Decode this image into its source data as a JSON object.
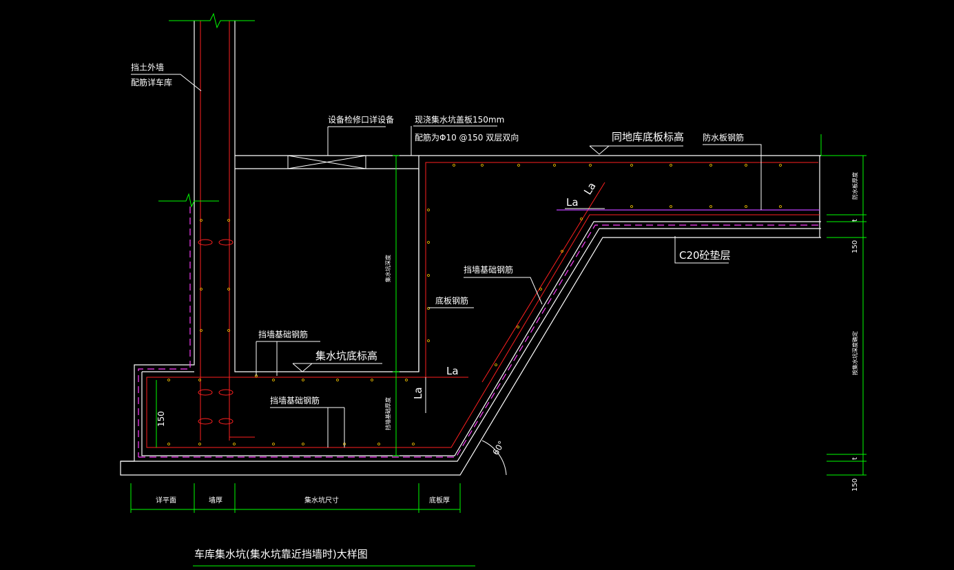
{
  "title": "车库集水坑(集水坑靠近挡墙时)大样图",
  "labels": {
    "wall_name": "挡土外墙",
    "wall_rebar": "配筋详车库",
    "access": "设备检修口详设备",
    "cover_line1": "现浇集水坑盖板150mm",
    "cover_line2": "配筋为Φ10 @150 双层双向",
    "same_level": "同地库底板标高",
    "waterproof_rebar": "防水板钢筋",
    "c20": "C20砼垫层",
    "wall_found_rebar_slope": "挡墙基础钢筋",
    "slab_rebar": "底板钢筋",
    "wall_found_rebar_top": "挡墙基础钢筋",
    "pit_bottom_level": "集水坑底标高",
    "wall_found_rebar_inner": "挡墙基础钢筋",
    "la": "La",
    "pit_depth": "集水坑深度",
    "found_thickness": "挡墙基础厚度",
    "slab_thickness_right": "防水板厚度",
    "pit_depth_right": "按集水坑深度确定",
    "t": "t",
    "dim_150": "150",
    "angle": "60°"
  },
  "bottom_dims": {
    "d1": "详平面",
    "d2": "墙厚",
    "d3": "集水坑尺寸",
    "d4": "底板厚"
  },
  "colors": {
    "background": "#000000",
    "outline": "#ffffff",
    "rebar": "#ff2020",
    "waterproof": "#ff40ff",
    "dimension": "#00ff00",
    "rebar_dot": "#ffcc00"
  }
}
